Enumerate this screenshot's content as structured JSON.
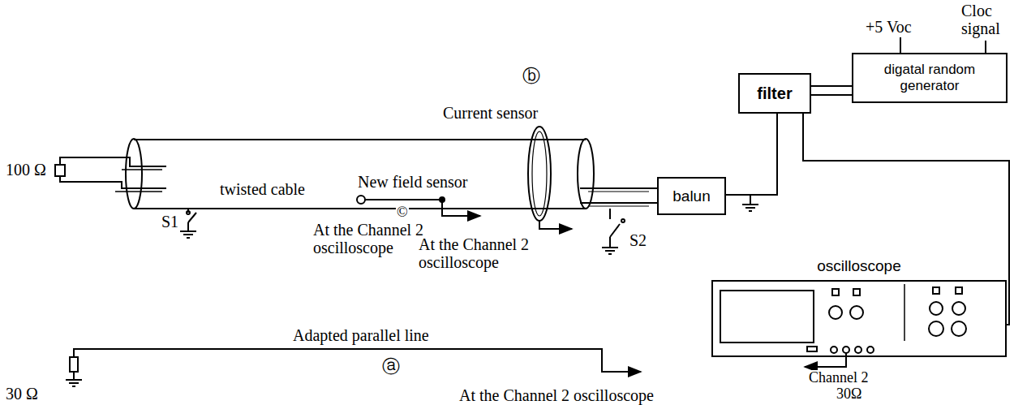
{
  "diagram": {
    "nodes": [
      {
        "text": [
          "digatal random generator"
        ]
      },
      {
        "text": [
          "filter"
        ]
      },
      {
        "text": [
          "balun"
        ]
      },
      {
        "text": [
          "oscilloscope"
        ]
      }
    ],
    "edges": [
      {
        "from": 0,
        "to": 1,
        "arrow": "none"
      },
      {
        "from": 1,
        "to": 2,
        "arrow": "none"
      },
      {
        "from": 1,
        "to": 3,
        "arrow": "none"
      }
    ],
    "labels": [
      "100 Ω",
      "30 Ω",
      "ⓑ",
      "Current sensor",
      "New field sensor",
      "twisted cable",
      "©",
      "At the Channel 2 oscilloscope",
      "At the Channel 2 oscilloscope",
      "At the Channel 2 oscilloscope",
      "Adapted parallel line",
      "ⓐ",
      "S1",
      "S2",
      "+5 Voc",
      "Cloc signal",
      "Channel 2",
      "30Ω"
    ]
  }
}
